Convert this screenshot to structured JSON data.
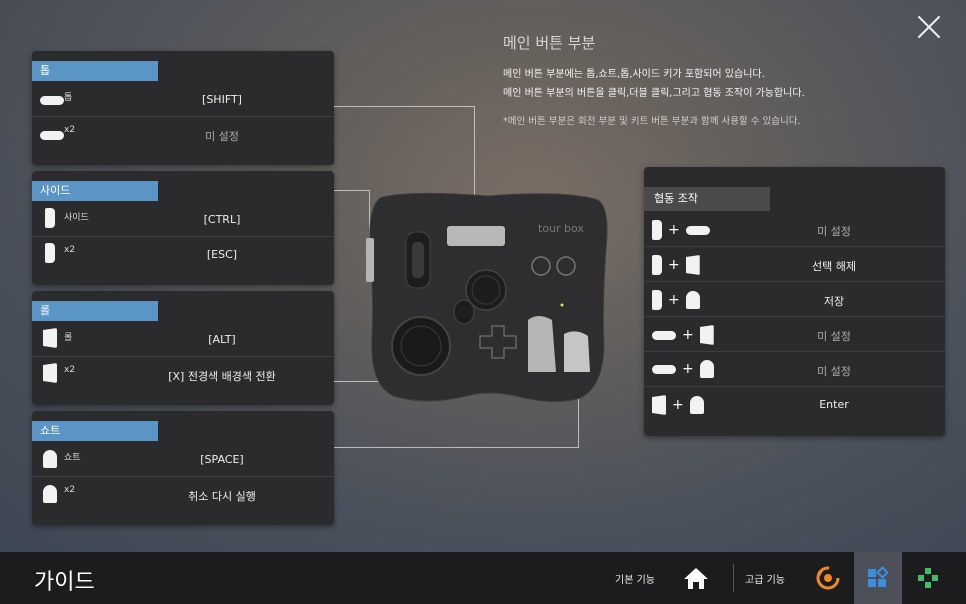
{
  "close_label": "close",
  "description": {
    "title": "메인 버튼 부분",
    "line1": "메인 버튼 부분에는 톱,쇼트,톱,사이드 키가 포함되어 있습니다.",
    "line2": "메인 버튼 부분의 버튼을 클릭,더블 클릭,그리고 협동 조작이 가능합니다.",
    "note": "*메인 버튼 부분은 회전 부분 및 키트 버튼 부분과 함께 사용할 수 있습니다."
  },
  "panels": [
    {
      "title": "톱",
      "icon": "pill-icon",
      "rows": [
        {
          "sub": "톱",
          "value": "[SHIFT]"
        },
        {
          "sub": "x2",
          "value": "미 설정"
        }
      ]
    },
    {
      "title": "사이드",
      "icon": "side-button-icon",
      "rows": [
        {
          "sub": "사이드",
          "value": "[CTRL]"
        },
        {
          "sub": "x2",
          "value": "[ESC]"
        }
      ]
    },
    {
      "title": "롤",
      "icon": "roll-button-icon",
      "rows": [
        {
          "sub": "롤",
          "value": "[ALT]"
        },
        {
          "sub": "x2",
          "value": "[X] 전경색 배경색 전환"
        }
      ]
    },
    {
      "title": "쇼트",
      "icon": "short-button-icon",
      "rows": [
        {
          "sub": "쇼트",
          "value": "[SPACE]"
        },
        {
          "sub": "x2",
          "value": "취소 다시 실행"
        }
      ]
    }
  ],
  "combo": {
    "title": "협동 조작",
    "plus": "+",
    "rows": [
      {
        "a": "side",
        "b": "pill",
        "value": "미 설정"
      },
      {
        "a": "side",
        "b": "roll",
        "value": "선택 해제"
      },
      {
        "a": "side",
        "b": "short",
        "value": "저장"
      },
      {
        "a": "pill",
        "b": "roll",
        "value": "미 설정"
      },
      {
        "a": "pill",
        "b": "short",
        "value": "미 설정"
      },
      {
        "a": "roll",
        "b": "short",
        "value": "Enter"
      }
    ]
  },
  "device_logo": "tour box",
  "bottom": {
    "title": "가이드",
    "basic_label": "기본 기능",
    "advanced_label": "고급 기능"
  },
  "colors": {
    "tab_blue": "#5b95c6",
    "panel_bg": "#2b2b2d",
    "orange": "#f08a24",
    "blue_icon": "#3a8fe0",
    "green_icon": "#3fbf6a"
  }
}
